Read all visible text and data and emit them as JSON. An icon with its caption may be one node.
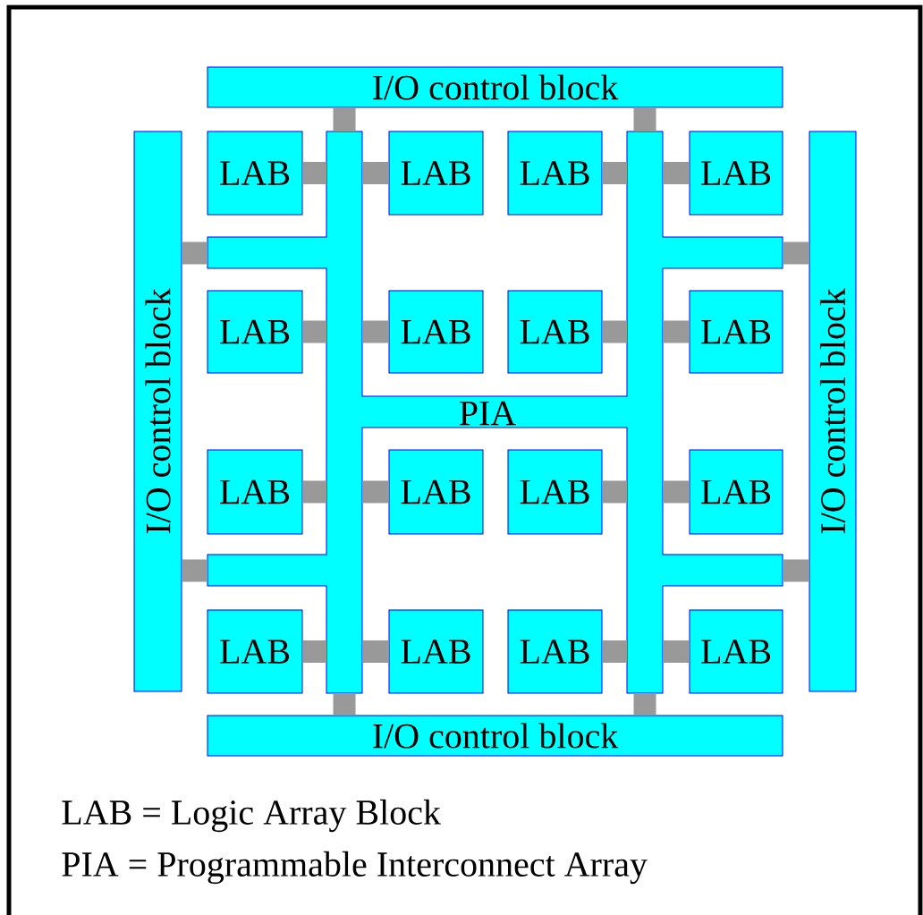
{
  "diagram": {
    "nodes": [
      {
        "text": [
          "I/O control block"
        ]
      },
      {
        "text": [
          "I/O control block"
        ]
      },
      {
        "text": [
          "LAB"
        ]
      },
      {
        "text": [
          "LAB"
        ]
      },
      {
        "text": [
          "LAB"
        ]
      },
      {
        "text": [
          "LAB"
        ]
      },
      {
        "text": [
          "I/O control block"
        ]
      },
      {
        "text": [
          "LAB"
        ]
      },
      {
        "text": [
          "LAB"
        ]
      },
      {
        "text": [
          "LAB"
        ]
      },
      {
        "text": [
          "LAB"
        ]
      },
      {
        "text": [
          "PIA"
        ]
      },
      {
        "text": [
          "LAB"
        ]
      },
      {
        "text": [
          "LAB"
        ]
      },
      {
        "text": [
          "LAB"
        ]
      },
      {
        "text": [
          "LAB"
        ]
      },
      {
        "text": [
          "LAB"
        ]
      },
      {
        "text": [
          "LAB"
        ]
      },
      {
        "text": [
          "LAB"
        ]
      },
      {
        "text": [
          "LAB"
        ]
      },
      {
        "text": [
          "I/O control block"
        ]
      }
    ],
    "edges": [
      {
        "from": 2,
        "to": 11,
        "arrow": "none"
      },
      {
        "from": 3,
        "to": 11,
        "arrow": "none"
      },
      {
        "from": 4,
        "to": 11,
        "arrow": "none"
      },
      {
        "from": 5,
        "to": 11,
        "arrow": "none"
      },
      {
        "from": 7,
        "to": 11,
        "arrow": "none"
      },
      {
        "from": 8,
        "to": 11,
        "arrow": "none"
      },
      {
        "from": 9,
        "to": 11,
        "arrow": "none"
      },
      {
        "from": 10,
        "to": 11,
        "arrow": "none"
      },
      {
        "from": 12,
        "to": 11,
        "arrow": "none"
      },
      {
        "from": 13,
        "to": 11,
        "arrow": "none"
      },
      {
        "from": 14,
        "to": 11,
        "arrow": "none"
      },
      {
        "from": 15,
        "to": 11,
        "arrow": "none"
      },
      {
        "from": 16,
        "to": 11,
        "arrow": "none"
      },
      {
        "from": 17,
        "to": 11,
        "arrow": "none"
      },
      {
        "from": 18,
        "to": 11,
        "arrow": "none"
      },
      {
        "from": 19,
        "to": 11,
        "arrow": "none"
      },
      {
        "from": 0,
        "to": 11,
        "arrow": "none"
      },
      {
        "from": 0,
        "to": 11,
        "arrow": "none"
      },
      {
        "from": 1,
        "to": 11,
        "arrow": "none"
      },
      {
        "from": 1,
        "to": 11,
        "arrow": "none"
      },
      {
        "from": 6,
        "to": 11,
        "arrow": "none"
      },
      {
        "from": 6,
        "to": 11,
        "arrow": "none"
      },
      {
        "from": 20,
        "to": 11,
        "arrow": "none"
      },
      {
        "from": 20,
        "to": 11,
        "arrow": "none"
      }
    ],
    "labels": [
      "LAB = Logic Array Block",
      "PIA = Programmable Interconnect Array"
    ]
  }
}
